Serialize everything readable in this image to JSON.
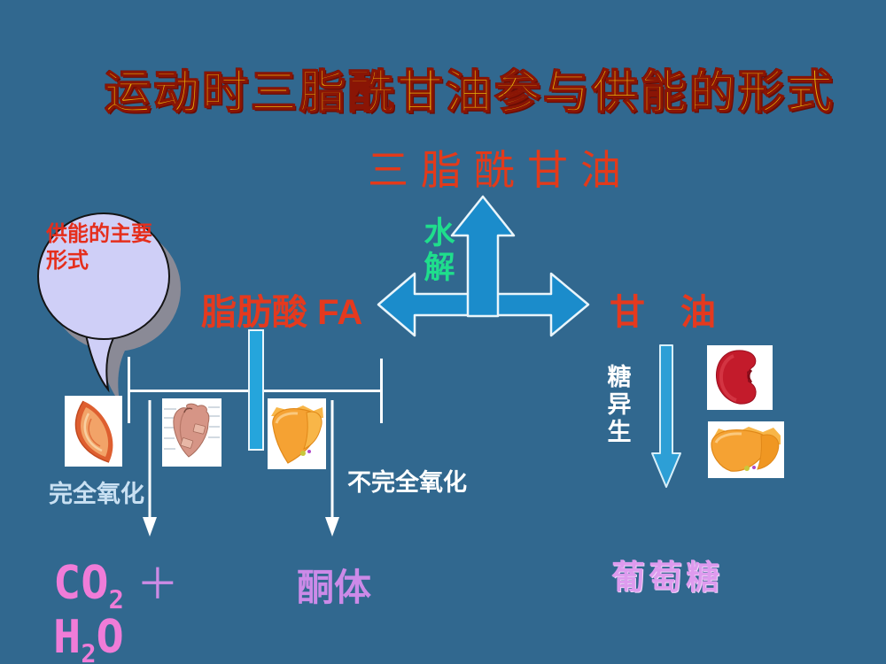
{
  "slide": {
    "title": "运动时三脂酰甘油参与供能的形式",
    "background_color": "#31688F",
    "title_color": "#E8B409",
    "title_outline_color": "#8A1505"
  },
  "callout": {
    "line1": "供能的主要",
    "line2": "形式",
    "fill_color": "#CFCFF7",
    "text_color": "#E52E1C"
  },
  "nodes": {
    "triacylglycerol": "三脂酰甘油",
    "hydrolysis": "水解",
    "fatty_acid": "脂肪酸 FA",
    "glycerol": "甘　油",
    "gluconeogenesis": "糖异生",
    "complete_oxidation": "完全氧化",
    "incomplete_oxidation": "不完全氧化",
    "co2_base": "CO",
    "co2_sub": "2",
    "plus": "＋",
    "h2o_h": "H",
    "h2o_sub": "2",
    "h2o_o": "O",
    "ketone_bodies": "酮体",
    "glucose": "葡萄糖"
  },
  "colors": {
    "node_red": "#E33A1A",
    "hydrolysis_green": "#1FDE8C",
    "arrow_blue_fill": "#1B8CCB",
    "arrow_blue_stroke": "#E9F5FB",
    "down_arrow_white": "#FFFFFF",
    "product_pink": "#F07CD8",
    "product_violet": "#CC8AE8",
    "pale_blue_label": "#C9E0F2"
  },
  "images": {
    "muscle": "skeletal-muscle-illustration",
    "heart": "heart-illustration",
    "liver_left": "liver-illustration",
    "kidney": "kidney-illustration",
    "liver_right": "liver-illustration"
  }
}
